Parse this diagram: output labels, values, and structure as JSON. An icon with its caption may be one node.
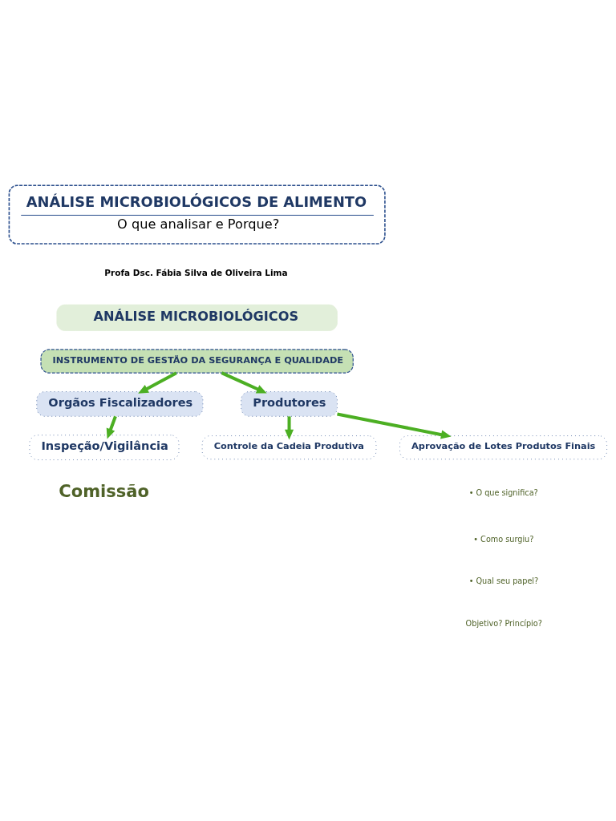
{
  "diagram": {
    "nodes": [
      {
        "text": [
          "ANÁLISE MICROBIOLÓGICOS DE ALIMENTO",
          "O que analisar e Porque?"
        ]
      },
      {
        "text": [
          "ANÁLISE MICROBIOLÓGICOS"
        ]
      },
      {
        "text": [
          "INSTRUMENTO DE GESTÃO DA SEGURANÇA E QUALIDADE"
        ]
      },
      {
        "text": [
          "Orgãos Fiscalizadores"
        ]
      },
      {
        "text": [
          "Produtores"
        ]
      },
      {
        "text": [
          "Inspeção/Vigilância"
        ]
      },
      {
        "text": [
          "Controle da Cadeia Produtiva"
        ]
      },
      {
        "text": [
          "Aprovação de Lotes Produtos Finais"
        ]
      }
    ],
    "edges": [
      {
        "from": 2,
        "to": 3,
        "arrow": "to"
      },
      {
        "from": 2,
        "to": 4,
        "arrow": "to"
      },
      {
        "from": 3,
        "to": 5,
        "arrow": "to"
      },
      {
        "from": 4,
        "to": 6,
        "arrow": "to"
      },
      {
        "from": 4,
        "to": 7,
        "arrow": "to"
      }
    ],
    "labels": [
      "Profa Dsc. Fábia Silva de Oliveira Lima",
      "Comissão",
      "• O que significa?",
      "• Como surgiu?",
      "• Qual seu papel?",
      "Objetivo? Princípio?"
    ]
  }
}
